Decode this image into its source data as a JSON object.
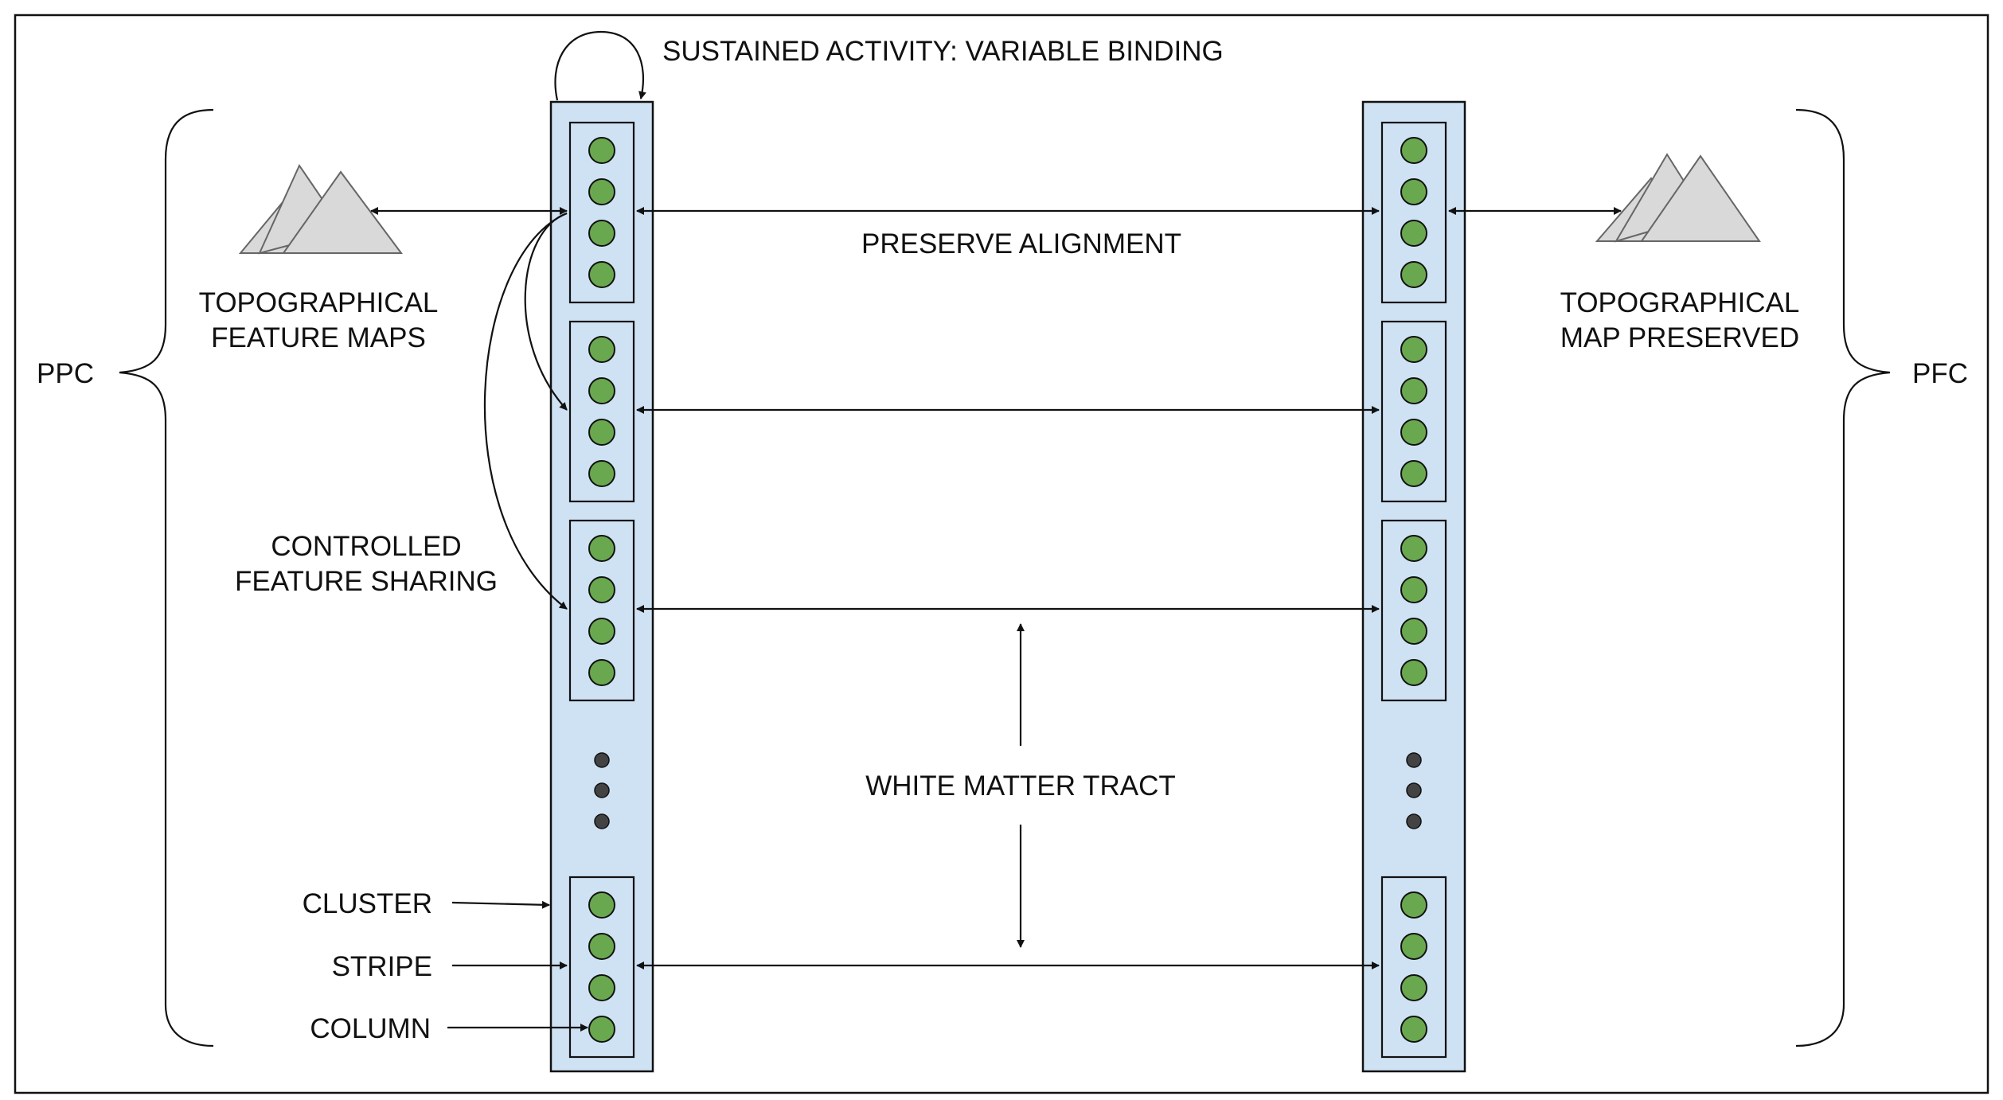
{
  "labels": {
    "sustained": "SUSTAINED ACTIVITY: VARIABLE BINDING",
    "preserve": "PRESERVE ALIGNMENT",
    "topo_left_1": "TOPOGRAPHICAL",
    "topo_left_2": "FEATURE MAPS",
    "topo_right_1": "TOPOGRAPHICAL",
    "topo_right_2": "MAP PRESERVED",
    "ppc": "PPC",
    "pfc": "PFC",
    "controlled_1": "CONTROLLED",
    "controlled_2": "FEATURE SHARING",
    "white_matter": "WHITE MATTER TRACT",
    "cluster": "CLUSTER",
    "stripe": "STRIPE",
    "column": "COLUMN"
  },
  "colors": {
    "bar_fill": "#cfe2f3",
    "column_fill": "#6aa84f",
    "ellipsis_dot": "#434343",
    "mountain_fill": "#d9d9d9",
    "mountain_stroke": "#666666",
    "line": "#111111"
  },
  "clusters_per_bar": 4,
  "columns_per_cluster": 4
}
